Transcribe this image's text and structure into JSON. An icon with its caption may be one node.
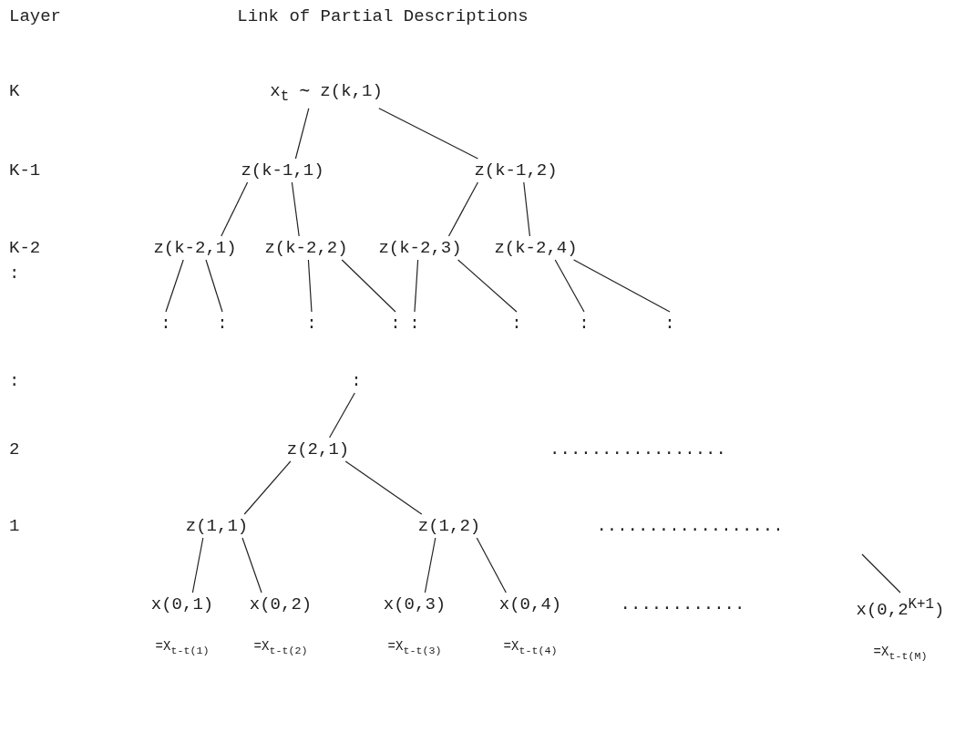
{
  "diagram": {
    "nodes": [
      {
        "text": [
          "x$_{t}$ ∼ z(k,1)"
        ]
      },
      {
        "text": [
          "z(k-1,1)"
        ]
      },
      {
        "text": [
          "z(k-1,2)"
        ]
      },
      {
        "text": [
          "z(k-2,1)"
        ]
      },
      {
        "text": [
          "z(k-2,2)"
        ]
      },
      {
        "text": [
          "z(k-2,3)"
        ]
      },
      {
        "text": [
          "z(k-2,4)"
        ]
      },
      {
        "text": [
          ":"
        ]
      },
      {
        "text": [
          ":"
        ]
      },
      {
        "text": [
          ":"
        ]
      },
      {
        "text": [
          ":"
        ]
      },
      {
        "text": [
          ":"
        ]
      },
      {
        "text": [
          ":"
        ]
      },
      {
        "text": [
          ":"
        ]
      },
      {
        "text": [
          ":"
        ]
      },
      {
        "text": [
          ":"
        ]
      },
      {
        "text": [
          "z(2,1)"
        ]
      },
      {
        "text": [
          "z(1,1)"
        ]
      },
      {
        "text": [
          "z(1,2)"
        ]
      },
      {
        "text": [
          "x(0,1)"
        ],
        "beside": [
          "=X$_{t-t(1)}$"
        ]
      },
      {
        "text": [
          "x(0,2)"
        ],
        "beside": [
          "=X$_{t-t(2)}$"
        ]
      },
      {
        "text": [
          "x(0,3)"
        ],
        "beside": [
          "=X$_{t-t(3)}$"
        ]
      },
      {
        "text": [
          "x(0,4)"
        ],
        "beside": [
          "=X$_{t-t(4)}$"
        ]
      },
      {
        "text": [
          "x(0,2$^{K+1}$)"
        ],
        "beside": [
          "=X$_{t-t(M)}$"
        ]
      }
    ],
    "edges": [
      {
        "from": 0,
        "to": 1,
        "arrow": "none"
      },
      {
        "from": 0,
        "to": 2,
        "arrow": "none"
      },
      {
        "from": 1,
        "to": 3,
        "arrow": "none"
      },
      {
        "from": 1,
        "to": 4,
        "arrow": "none"
      },
      {
        "from": 2,
        "to": 5,
        "arrow": "none"
      },
      {
        "from": 2,
        "to": 6,
        "arrow": "none"
      },
      {
        "from": 3,
        "to": 7,
        "arrow": "none"
      },
      {
        "from": 3,
        "to": 8,
        "arrow": "none"
      },
      {
        "from": 4,
        "to": 9,
        "arrow": "none"
      },
      {
        "from": 4,
        "to": 10,
        "arrow": "none"
      },
      {
        "from": 5,
        "to": 11,
        "arrow": "none"
      },
      {
        "from": 5,
        "to": 12,
        "arrow": "none"
      },
      {
        "from": 6,
        "to": 13,
        "arrow": "none"
      },
      {
        "from": 6,
        "to": 14,
        "arrow": "none"
      },
      {
        "from": 15,
        "to": 16,
        "arrow": "none"
      },
      {
        "from": 16,
        "to": 17,
        "arrow": "none"
      },
      {
        "from": 16,
        "to": 18,
        "arrow": "none"
      },
      {
        "from": 17,
        "to": 19,
        "arrow": "none"
      },
      {
        "from": 17,
        "to": 20,
        "arrow": "none"
      },
      {
        "from": 18,
        "to": 21,
        "arrow": "none"
      },
      {
        "from": 18,
        "to": 22,
        "arrow": "none"
      },
      {
        "from": null,
        "to": 23,
        "arrow": "none"
      }
    ],
    "labels": [
      "Layer",
      "Link of Partial Descriptions",
      "K",
      "K-1",
      "K-2",
      ":",
      ":",
      "2",
      "1",
      ".................",
      "..................",
      "............"
    ]
  }
}
